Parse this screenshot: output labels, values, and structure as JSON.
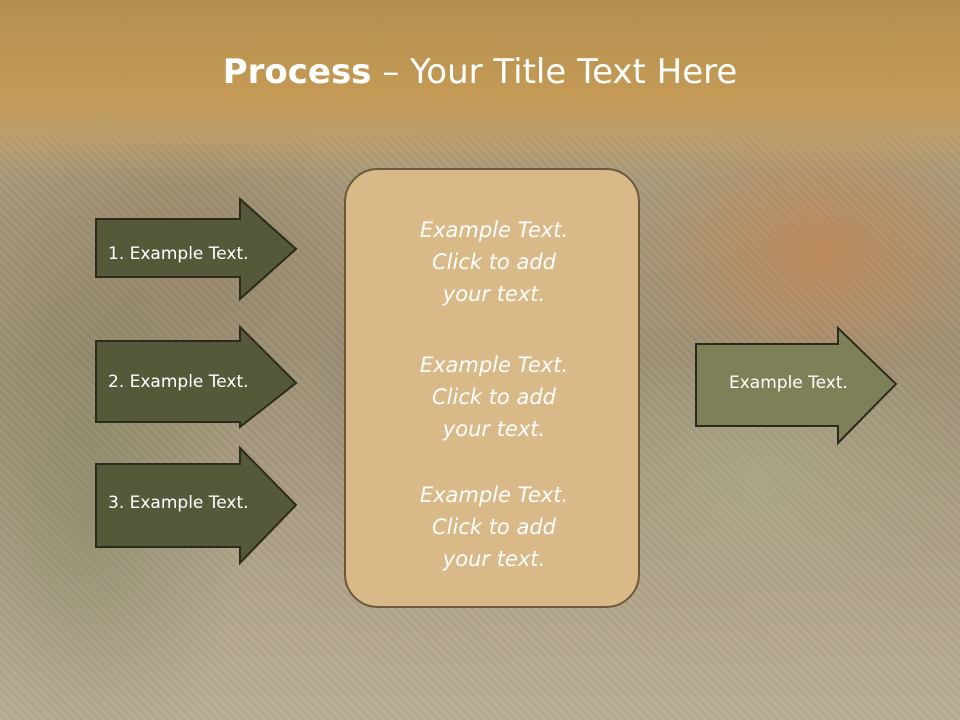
{
  "slide": {
    "title_strong": "Process",
    "title_rest": " – Your Title Text Here"
  },
  "left_arrows": [
    {
      "label": "1. Example Text."
    },
    {
      "label": "2. Example Text."
    },
    {
      "label": "3. Example Text."
    }
  ],
  "center_box": {
    "paragraphs": [
      {
        "line1": "Example Text.",
        "line2": "Click  to add",
        "line3": "your text."
      },
      {
        "line1": "Example Text.",
        "line2": "Click  to add",
        "line3": "your text."
      },
      {
        "line1": "Example Text.",
        "line2": "Click  to add",
        "line3": "your text."
      }
    ]
  },
  "right_arrow": {
    "label": "Example Text."
  },
  "colors": {
    "left_arrow_fill": "#55593a",
    "right_arrow_fill": "#7e8058",
    "arrow_stroke": "#2b2b1c",
    "box_fill": "#d8b987",
    "title_band": "#c49a55"
  }
}
